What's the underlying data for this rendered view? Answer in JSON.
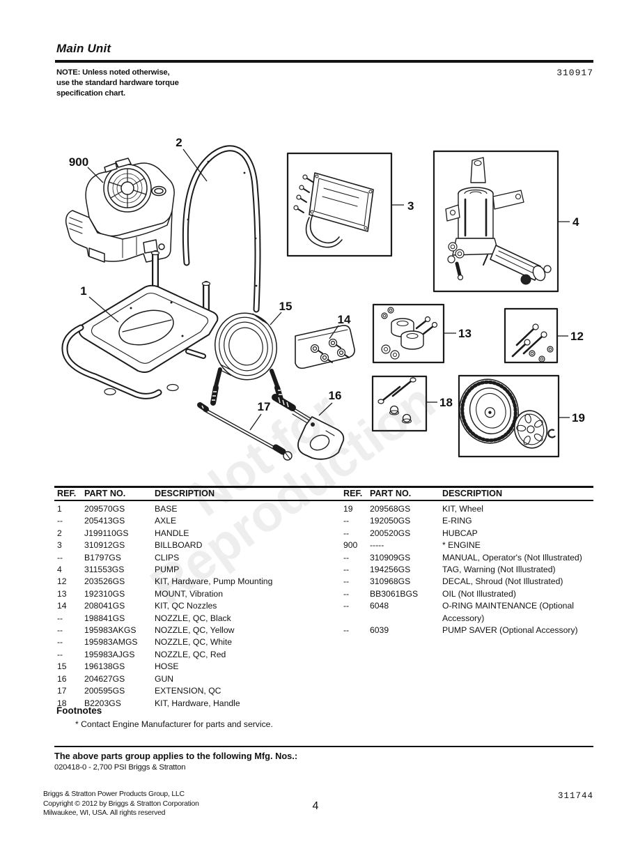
{
  "page": {
    "title": "Main Unit",
    "doc_number": "310917",
    "note_lines": [
      "NOTE: Unless noted otherwise,",
      "use the standard hardware torque",
      "specification chart."
    ]
  },
  "watermark": {
    "line1": "Not for",
    "line2": "Reproduction"
  },
  "diagram": {
    "callouts": {
      "engine": "900",
      "handle": "2",
      "billboard": "3",
      "pump": "4",
      "base": "1",
      "hose": "15",
      "nozzle_kit": "14",
      "vibration_mount": "13",
      "pump_mount_kit": "12",
      "gun": "16",
      "extension": "17",
      "handle_kit": "18",
      "wheel_kit": "19"
    }
  },
  "parts_table": {
    "columns": [
      "REF.",
      "PART NO.",
      "DESCRIPTION"
    ],
    "left_rows": [
      [
        "1",
        "209570GS",
        "BASE"
      ],
      [
        "--",
        "205413GS",
        "AXLE"
      ],
      [
        "2",
        "J199110GS",
        "HANDLE"
      ],
      [
        "3",
        "310912GS",
        "BILLBOARD"
      ],
      [
        "--",
        "B1797GS",
        "CLIPS"
      ],
      [
        "4",
        "311553GS",
        "PUMP"
      ],
      [
        "12",
        "203526GS",
        "KIT, Hardware, Pump Mounting"
      ],
      [
        "13",
        "192310GS",
        "MOUNT, Vibration"
      ],
      [
        "14",
        "208041GS",
        "KIT, QC Nozzles"
      ],
      [
        "--",
        "198841GS",
        "NOZZLE, QC, Black"
      ],
      [
        "--",
        "195983AKGS",
        "NOZZLE, QC, Yellow"
      ],
      [
        "--",
        "195983AMGS",
        "NOZZLE, QC, White"
      ],
      [
        "--",
        "195983AJGS",
        "NOZZLE, QC, Red"
      ],
      [
        "15",
        "196138GS",
        "HOSE"
      ],
      [
        "16",
        "204627GS",
        "GUN"
      ],
      [
        "17",
        "200595GS",
        "EXTENSION, QC"
      ],
      [
        "18",
        "B2203GS",
        "KIT, Hardware, Handle"
      ]
    ],
    "right_rows": [
      [
        "19",
        "209568GS",
        "KIT, Wheel"
      ],
      [
        "--",
        "192050GS",
        "E-RING"
      ],
      [
        "--",
        "200520GS",
        "HUBCAP"
      ],
      [
        "900",
        "-----",
        "* ENGINE"
      ],
      [
        "--",
        "310909GS",
        "MANUAL, Operator's (Not Illustrated)"
      ],
      [
        "--",
        "194256GS",
        "TAG, Warning (Not Illustrated)"
      ],
      [
        "--",
        "310968GS",
        "DECAL, Shroud (Not Illustrated)"
      ],
      [
        "--",
        "BB3061BGS",
        "OIL (Not Illustrated)"
      ],
      [
        "--",
        "6048",
        "O-RING MAINTENANCE (Optional Accessory)"
      ],
      [
        "--",
        "6039",
        "PUMP SAVER (Optional Accessory)"
      ]
    ]
  },
  "footnotes": {
    "heading": "Footnotes",
    "items": [
      "* Contact Engine Manufacturer for parts and service."
    ]
  },
  "mfg": {
    "heading": "The above parts group applies to the following Mfg. Nos.:",
    "models": [
      "020418-0 - 2,700 PSI Briggs & Stratton"
    ]
  },
  "footer": {
    "company_lines": [
      "Briggs & Stratton Power Products Group, LLC",
      "Copyright © 2012 by Briggs & Stratton Corporation",
      "Milwaukee, WI, USA. All rights reserved"
    ],
    "page_number": "4",
    "doc_number": "311744"
  }
}
